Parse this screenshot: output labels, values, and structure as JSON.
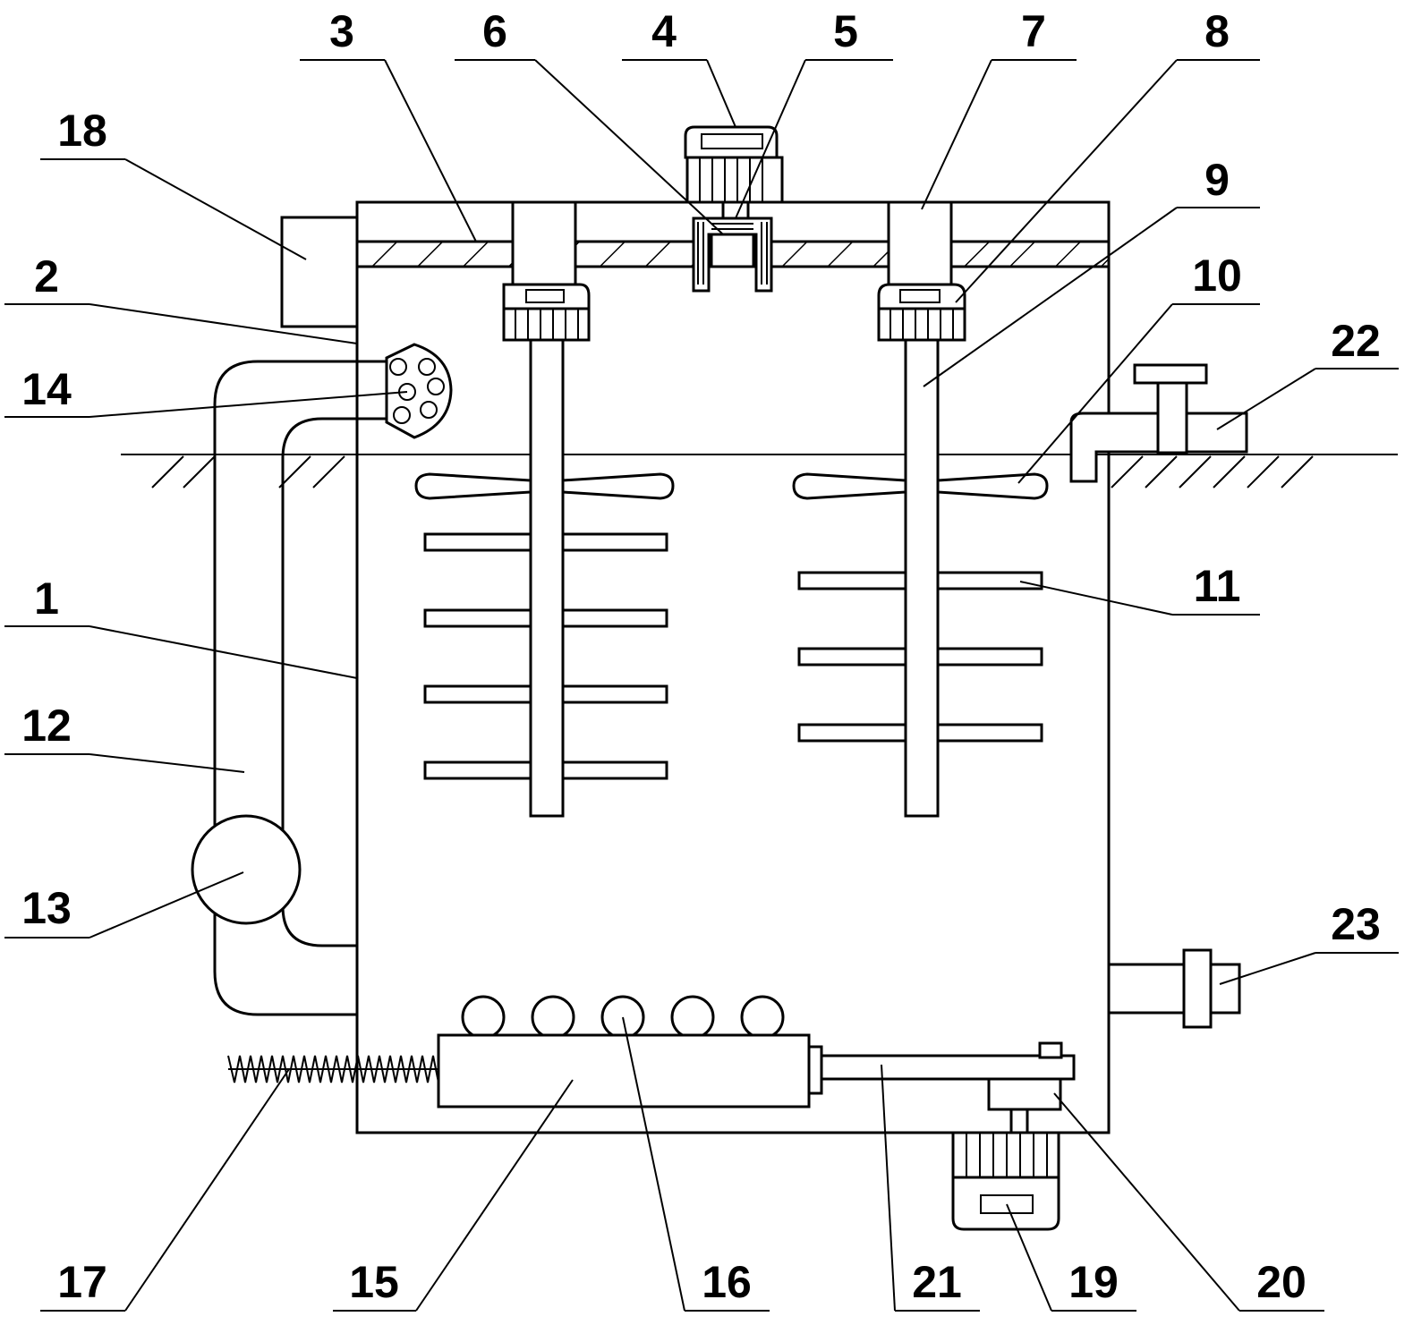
{
  "diagram": {
    "labels": {
      "n1": "1",
      "n2": "2",
      "n3": "3",
      "n4": "4",
      "n5": "5",
      "n6": "6",
      "n7": "7",
      "n8": "8",
      "n9": "9",
      "n10": "10",
      "n11": "11",
      "n12": "12",
      "n13": "13",
      "n14": "14",
      "n15": "15",
      "n16": "16",
      "n17": "17",
      "n18": "18",
      "n19": "19",
      "n20": "20",
      "n21": "21",
      "n22": "22",
      "n23": "23"
    }
  }
}
